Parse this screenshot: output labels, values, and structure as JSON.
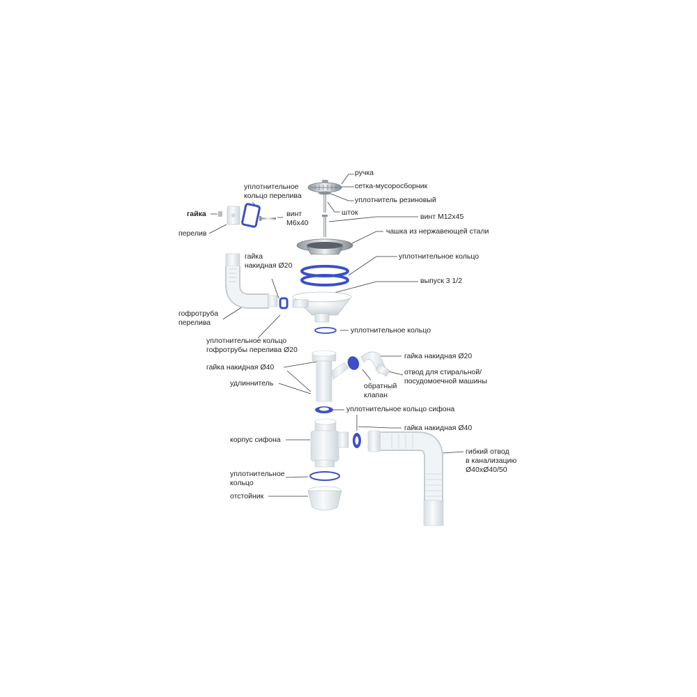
{
  "colors": {
    "plastic": "#f2f5f7",
    "plastic_shade": "#d3dbe0",
    "gasket_blue": "#3a4fc8",
    "steel": "#c9ced3",
    "leader": "#333333",
    "text": "#222222"
  },
  "labels": {
    "handle": "ручка",
    "strainer": "сетка-мусоросборник",
    "rubber_seal": "уплотнитель резиновый",
    "rod": "шток",
    "screw_m12": "винт М12х45",
    "steel_cup": "чашка из нержавеющей стали",
    "overflow_ring_1": "уплотнительное",
    "overflow_ring_2": "кольцо перелива",
    "nut": "гайка",
    "screw_m6_1": "винт",
    "screw_m6_2": "М6х40",
    "overflow": "перелив",
    "cap_nut20_a_1": "гайка",
    "cap_nut20_a_2": "накидная Ø20",
    "ring_large": "уплотнительное кольцо",
    "outlet": "выпуск 3 1/2",
    "corr_pipe_1": "гофротруба",
    "corr_pipe_2": "перелива",
    "ring_small": "уплотнительное кольцо",
    "corr_ring_1": "уплотнительное кольцо",
    "corr_ring_2": "гофротрубы перелива Ø20",
    "cap_nut20_b": "гайка накидная Ø20",
    "washer_branch_1": "отвод для стиральной/",
    "washer_branch_2": "посудомоечной машины",
    "cap_nut40_a": "гайка накидная Ø40",
    "extension": "удлиннитель",
    "check_valve_1": "обратный",
    "check_valve_2": "клапан",
    "siphon_ring": "уплотнительное кольцо сифона",
    "cap_nut40_b": "гайка накидная Ø40",
    "siphon_body": "корпус сифона",
    "flex_drain_1": "гибкий отвод",
    "flex_drain_2": "в канализацию",
    "flex_drain_3": "Ø40хØ40/50",
    "bottom_ring_1": "уплотнительное",
    "bottom_ring_2": "кольцо",
    "settler": "отстойник"
  }
}
